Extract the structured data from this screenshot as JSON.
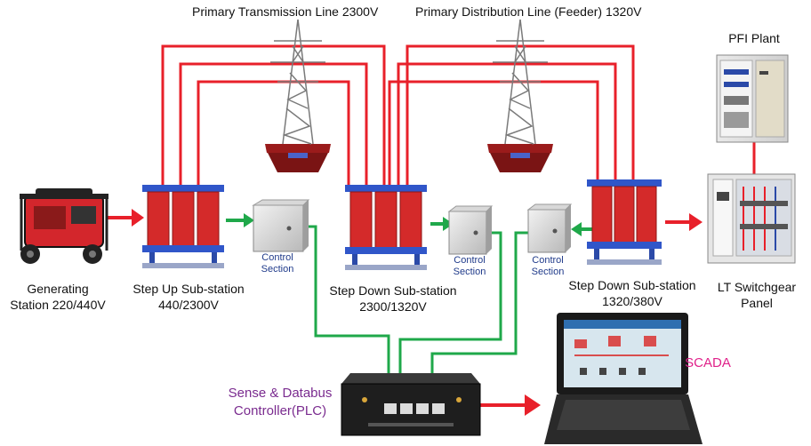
{
  "labels": {
    "primary_transmission": "Primary Transmission Line 2300V",
    "primary_distribution": "Primary Distribution Line (Feeder) 1320V",
    "pfi_plant": "PFI  Plant",
    "generating_l1": "Generating",
    "generating_l2": "Station 220/440V",
    "stepup_l1": "Step Up Sub-station",
    "stepup_l2": "440/2300V",
    "stepdown1_l1": "Step Down Sub-station",
    "stepdown1_l2": "2300/1320V",
    "stepdown2_l1": "Step Down Sub-station",
    "stepdown2_l2": "1320/380V",
    "lt_l1": "LT Switchgear",
    "lt_l2": "Panel",
    "control_l1": "Control",
    "control_l2": "Section",
    "plc_l1": "Sense & Databus",
    "plc_l2": "Controller(PLC)",
    "scada": "SCADA"
  },
  "colors": {
    "power_line": "#e8202a",
    "signal_line": "#1fa84a",
    "transformer": "#d42a2a",
    "transformer_frame": "#3056c9",
    "plc_label": "#7a2b8f",
    "scada_label": "#e0218a",
    "control_label": "#1f3a8a"
  }
}
